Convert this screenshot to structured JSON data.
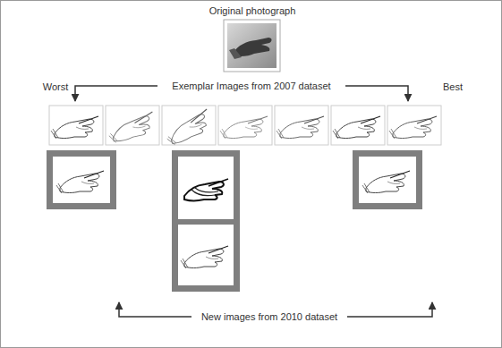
{
  "diagram": {
    "labels": [
      "Original photograph",
      "Exemplar Images from 2007 dataset",
      "Worst",
      "Best",
      "New images from 2010 dataset"
    ]
  }
}
